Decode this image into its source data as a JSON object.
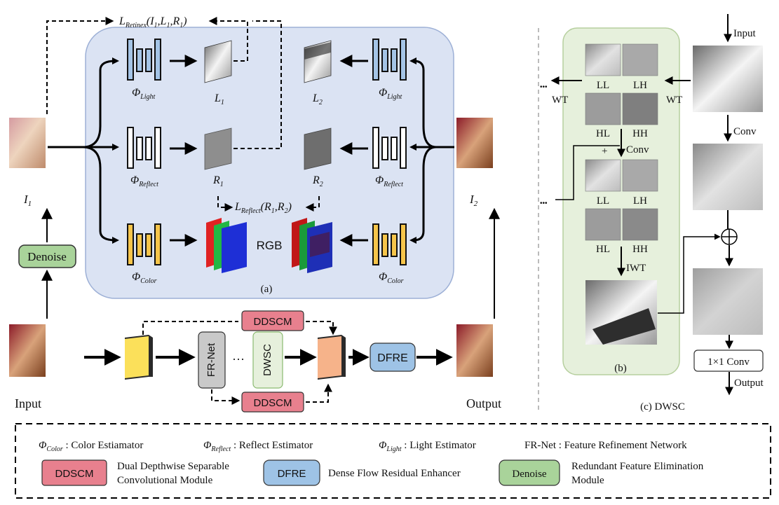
{
  "top_loss": {
    "L": "L",
    "sub": "Retinex",
    "args": "(I",
    "i1": "1",
    "c1": ",L",
    "l1": "1",
    "c2": ",R",
    "r1": "1",
    "close": ")"
  },
  "reflect_loss": {
    "L": "L",
    "sub": "Reflect",
    "args": "(R",
    "i1": "1",
    "c1": ",R",
    "i2": "2",
    "close": ")"
  },
  "estimators": {
    "phi": "Φ",
    "light": "Light",
    "reflect": "Reflect",
    "color": "Color"
  },
  "maps": {
    "L": "L",
    "R": "R",
    "one": "1",
    "two": "2",
    "rgb": "RGB"
  },
  "images": {
    "i1_main": "I",
    "i1_sub": "1",
    "i2_main": "I",
    "i2_sub": "2"
  },
  "panel_a_label": "(a)",
  "panel_b_label": "(b)",
  "panel_c_label": "(c) DWSC",
  "modules": {
    "denoise": "Denoise",
    "ddscm": "DDSCM",
    "frnet": "FR-Net",
    "dwsc": "DWSC",
    "dfre": "DFRE",
    "ellipsis": "···"
  },
  "pipeline": {
    "input": "Input",
    "output": "Output"
  },
  "dwsc": {
    "input": "Input",
    "conv": "Conv",
    "wt": "WT",
    "iwt": "IWT",
    "ll": "LL",
    "lh": "LH",
    "hl": "HL",
    "hh": "HH",
    "plus": "+",
    "conv1x1": "1×1 Conv",
    "output": "Output",
    "dots": "•••"
  },
  "legend": {
    "color": " : Color Estiamator",
    "reflect": " : Reflect Estimator",
    "light": " : Light Estimator",
    "frnet": "FR-Net : Feature Refinement Network",
    "ddscm_desc_1": "Dual Depthwise Separable",
    "ddscm_desc_2": "Convolutional Module",
    "dfre_desc": "Dense Flow Residual Enhancer",
    "denoise_desc_1": "Redundant Feature Elimination",
    "denoise_desc_2": "Module"
  },
  "colors": {
    "panel_blue": "#dbe3f3",
    "panel_green": "#e6f0dc",
    "ddscm": "#e8808e",
    "dfre": "#9ec3e6",
    "denoise": "#a9d39a",
    "light_blue": "#a4c4e6",
    "color_yellow": "#f6c54a"
  }
}
